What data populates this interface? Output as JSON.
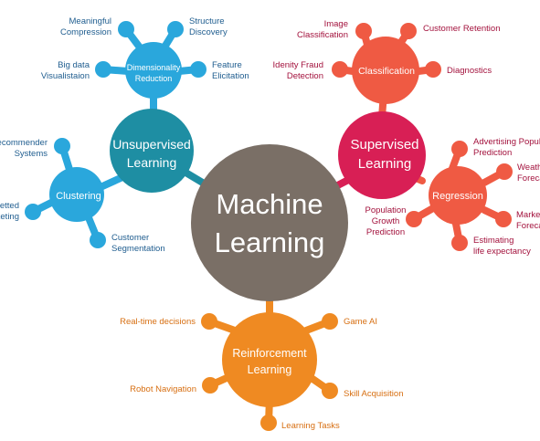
{
  "colors": {
    "center": "#7a6f66",
    "unsupervised": "#1e8ea3",
    "dimred": "#2aa7dc",
    "clustering": "#2aa7dc",
    "supervised": "#d81f55",
    "classification": "#ef5a43",
    "regression": "#ef5a43",
    "reinforcement": "#ef8a22",
    "text_blue": "#1f5d8f",
    "text_red": "#a3123d",
    "text_orange": "#d76f12"
  },
  "center": {
    "line1": "Machine",
    "line2": "Learning"
  },
  "unsupervised": {
    "line1": "Unsupervised",
    "line2": "Learning",
    "dimred": {
      "line1": "Dimensionality",
      "line2": "Reduction",
      "leaves": [
        {
          "line1": "Meaningful",
          "line2": "Compression"
        },
        {
          "line1": "Structure",
          "line2": "Discovery"
        },
        {
          "line1": "Big data",
          "line2": "Visualistaion"
        },
        {
          "line1": "Feature",
          "line2": "Elicitation"
        }
      ]
    },
    "clustering": {
      "label": "Clustering",
      "leaves": [
        {
          "line1": "Recommender",
          "line2": "Systems"
        },
        {
          "line1": "Targetted",
          "line2": "Marketing"
        },
        {
          "line1": "Customer",
          "line2": "Segmentation"
        }
      ]
    }
  },
  "supervised": {
    "line1": "Supervised",
    "line2": "Learning",
    "classification": {
      "label": "Classification",
      "leaves": [
        {
          "line1": "Image",
          "line2": "Classification"
        },
        {
          "line1": "Customer Retention",
          "line2": ""
        },
        {
          "line1": "Idenity Fraud",
          "line2": "Detection"
        },
        {
          "line1": "Diagnostics",
          "line2": ""
        }
      ]
    },
    "regression": {
      "label": "Regression",
      "leaves": [
        {
          "line1": "Advertising Popularity",
          "line2": "Prediction"
        },
        {
          "line1": "Weather",
          "line2": "Forecasting"
        },
        {
          "line1": "Market",
          "line2": "Forecasting"
        },
        {
          "line1": "Estimating",
          "line2": "life expectancy"
        },
        {
          "line1": "Population",
          "line2": "Growth",
          "line3": "Prediction"
        }
      ]
    }
  },
  "reinforcement": {
    "line1": "Reinforcement",
    "line2": "Learning",
    "leaves": [
      {
        "label": "Real-time decisions"
      },
      {
        "label": "Game AI"
      },
      {
        "label": "Robot Navigation"
      },
      {
        "label": "Skill Acquisition"
      },
      {
        "label": "Learning Tasks"
      }
    ]
  }
}
